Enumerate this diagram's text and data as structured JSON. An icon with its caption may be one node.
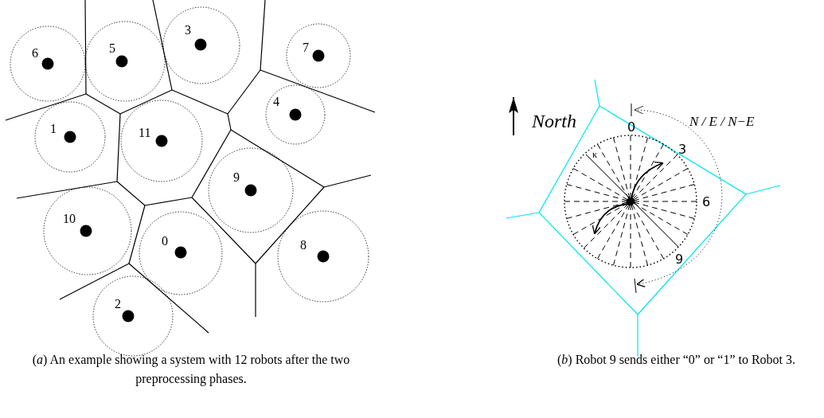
{
  "diagram": {
    "labels": [
      "3",
      "7",
      "5",
      "6",
      "4",
      "1",
      "11",
      "9",
      "10",
      "0",
      "8",
      "2",
      "North",
      "N / E / N−E",
      "0",
      "κ",
      "3",
      "6",
      "9",
      "(*a*) An example showing a system with 12 robots after the two preprocessing phases.",
      "(*b*) Robot 9 sends either “0” or “1” to Robot 3."
    ]
  }
}
